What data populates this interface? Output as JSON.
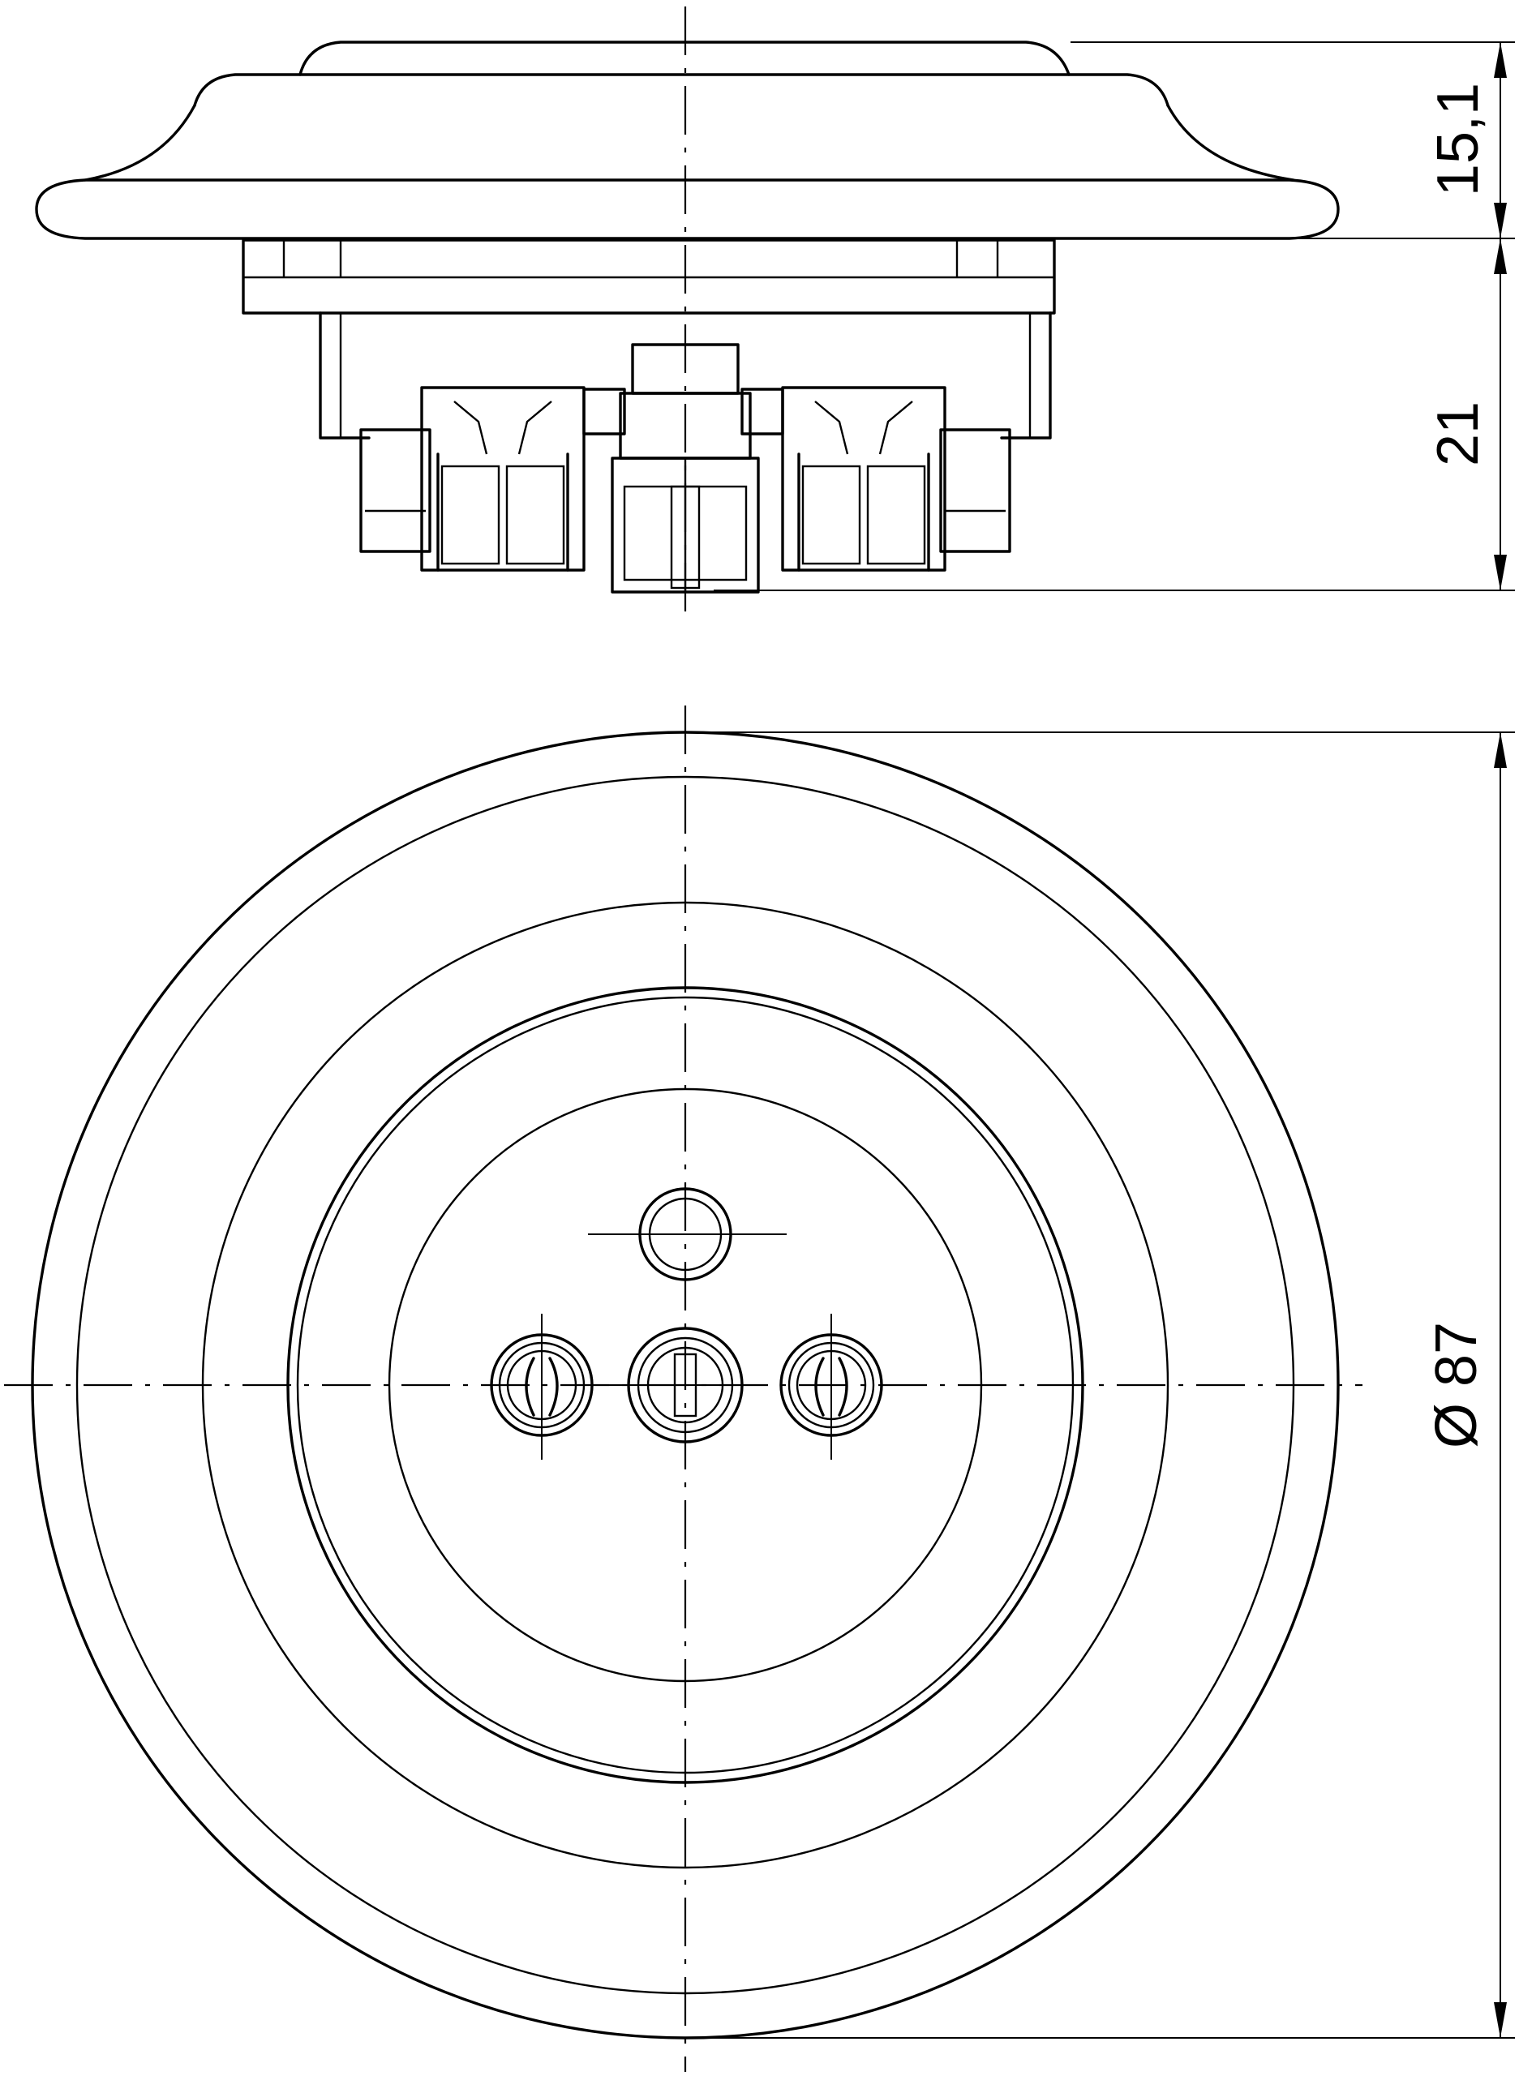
{
  "dimensions": {
    "height_top": "15,1",
    "height_bottom": "21",
    "diameter": "Ø 87"
  }
}
